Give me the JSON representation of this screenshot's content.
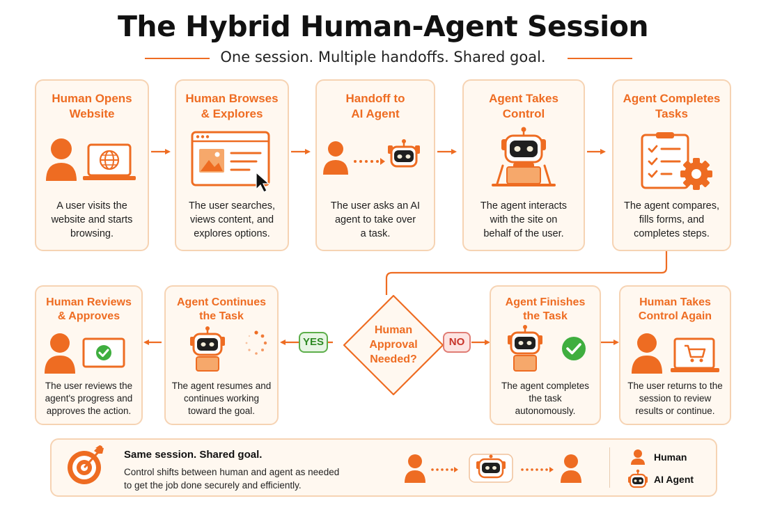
{
  "header": {
    "title": "The Hybrid Human-Agent Session",
    "subtitle": "One session. Multiple handoffs. Shared goal."
  },
  "steps_top": [
    {
      "title": "Human Opens\nWebsite",
      "desc": "A user visits the\nwebsite and starts\nbrowsing.",
      "icon": "human-laptop-globe-icon"
    },
    {
      "title": "Human Browses\n& Explores",
      "desc": "The user searches,\nviews content, and\nexplores options.",
      "icon": "browser-cursor-icon"
    },
    {
      "title": "Handoff to\nAI Agent",
      "desc": "The user asks an AI\nagent to take over\na task.",
      "icon": "human-to-robot-icon"
    },
    {
      "title": "Agent Takes\nControl",
      "desc": "The agent interacts\nwith the site on\nbehalf of the user.",
      "icon": "robot-laptop-icon"
    },
    {
      "title": "Agent Completes\nTasks",
      "desc": "The agent compares,\nfills forms, and\ncompletes steps.",
      "icon": "checklist-gear-icon"
    }
  ],
  "steps_bottom": [
    {
      "title": "Human Reviews\n& Approves",
      "desc": "The user reviews the\nagent's progress and\napproves the action.",
      "icon": "human-approval-icon"
    },
    {
      "title": "Agent Continues\nthe Task",
      "desc": "The agent resumes and\ncontinues working\ntoward the goal.",
      "icon": "robot-loading-icon"
    },
    {
      "title": "Agent Finishes\nthe Task",
      "desc": "The agent completes\nthe task\nautonomously.",
      "icon": "robot-check-icon"
    },
    {
      "title": "Human Takes\nControl Again",
      "desc": "The user returns to the\nsession to review\nresults or continue.",
      "icon": "human-cart-laptop-icon"
    }
  ],
  "decision": {
    "label": "Human\nApproval\nNeeded?",
    "yes": "YES",
    "no": "NO"
  },
  "footer": {
    "headline": "Same session. Shared goal.",
    "body": "Control shifts between human and agent as needed\nto get the job done securely and efficiently.",
    "icon": "target-icon",
    "legend": [
      {
        "label": "Human",
        "icon": "human-icon"
      },
      {
        "label": "AI Agent",
        "icon": "robot-icon"
      }
    ]
  },
  "colors": {
    "accent": "#ee6c22",
    "card_bg": "#fff8f0",
    "card_border": "#f6d3b3",
    "yes_green": "#5cae4a",
    "no_red": "#e07c74",
    "robot_face": "#1f1f1f",
    "robot_eye": "#f2ecd8"
  }
}
